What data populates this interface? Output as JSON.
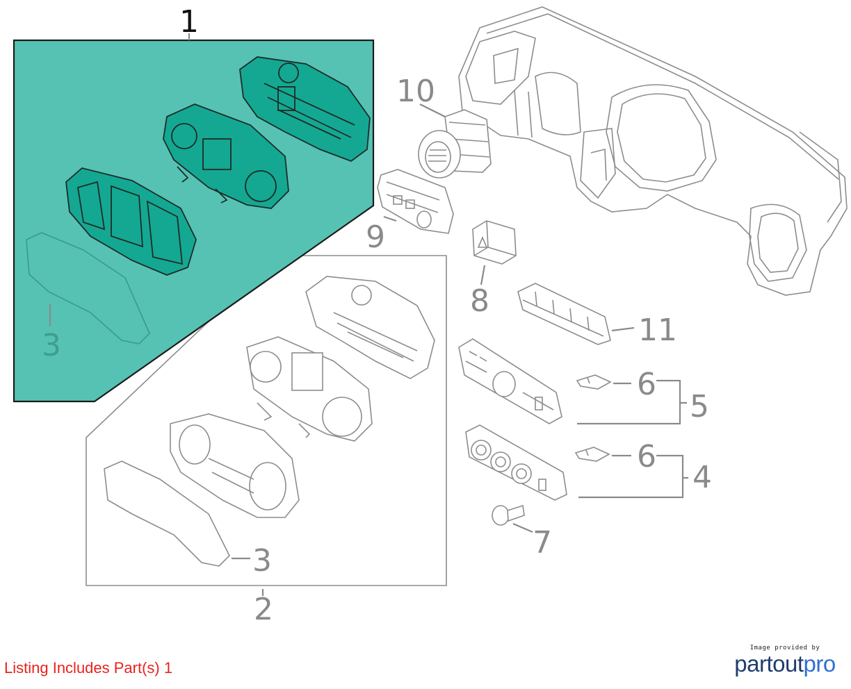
{
  "diagram": {
    "callouts": {
      "part_1": "1",
      "part_2": "2",
      "part_3_inset": "3",
      "part_3_lower": "3",
      "part_4": "4",
      "part_5": "5",
      "part_6_upper": "6",
      "part_6_lower": "6",
      "part_7": "7",
      "part_8": "8",
      "part_9": "9",
      "part_10": "10",
      "part_11": "11"
    },
    "colors": {
      "highlight_fill": "#56c2b3",
      "highlight_part": "#14a892",
      "line_art": "#8c8c8c"
    }
  },
  "footer": {
    "listing_note": "Listing Includes Part(s) 1",
    "credit_caption": "Image provided by",
    "credit_logo_part": "partout",
    "credit_logo_pro": "pro",
    "logo_dark_color": "#1f3d6e",
    "logo_light_color": "#2f6fd6"
  }
}
